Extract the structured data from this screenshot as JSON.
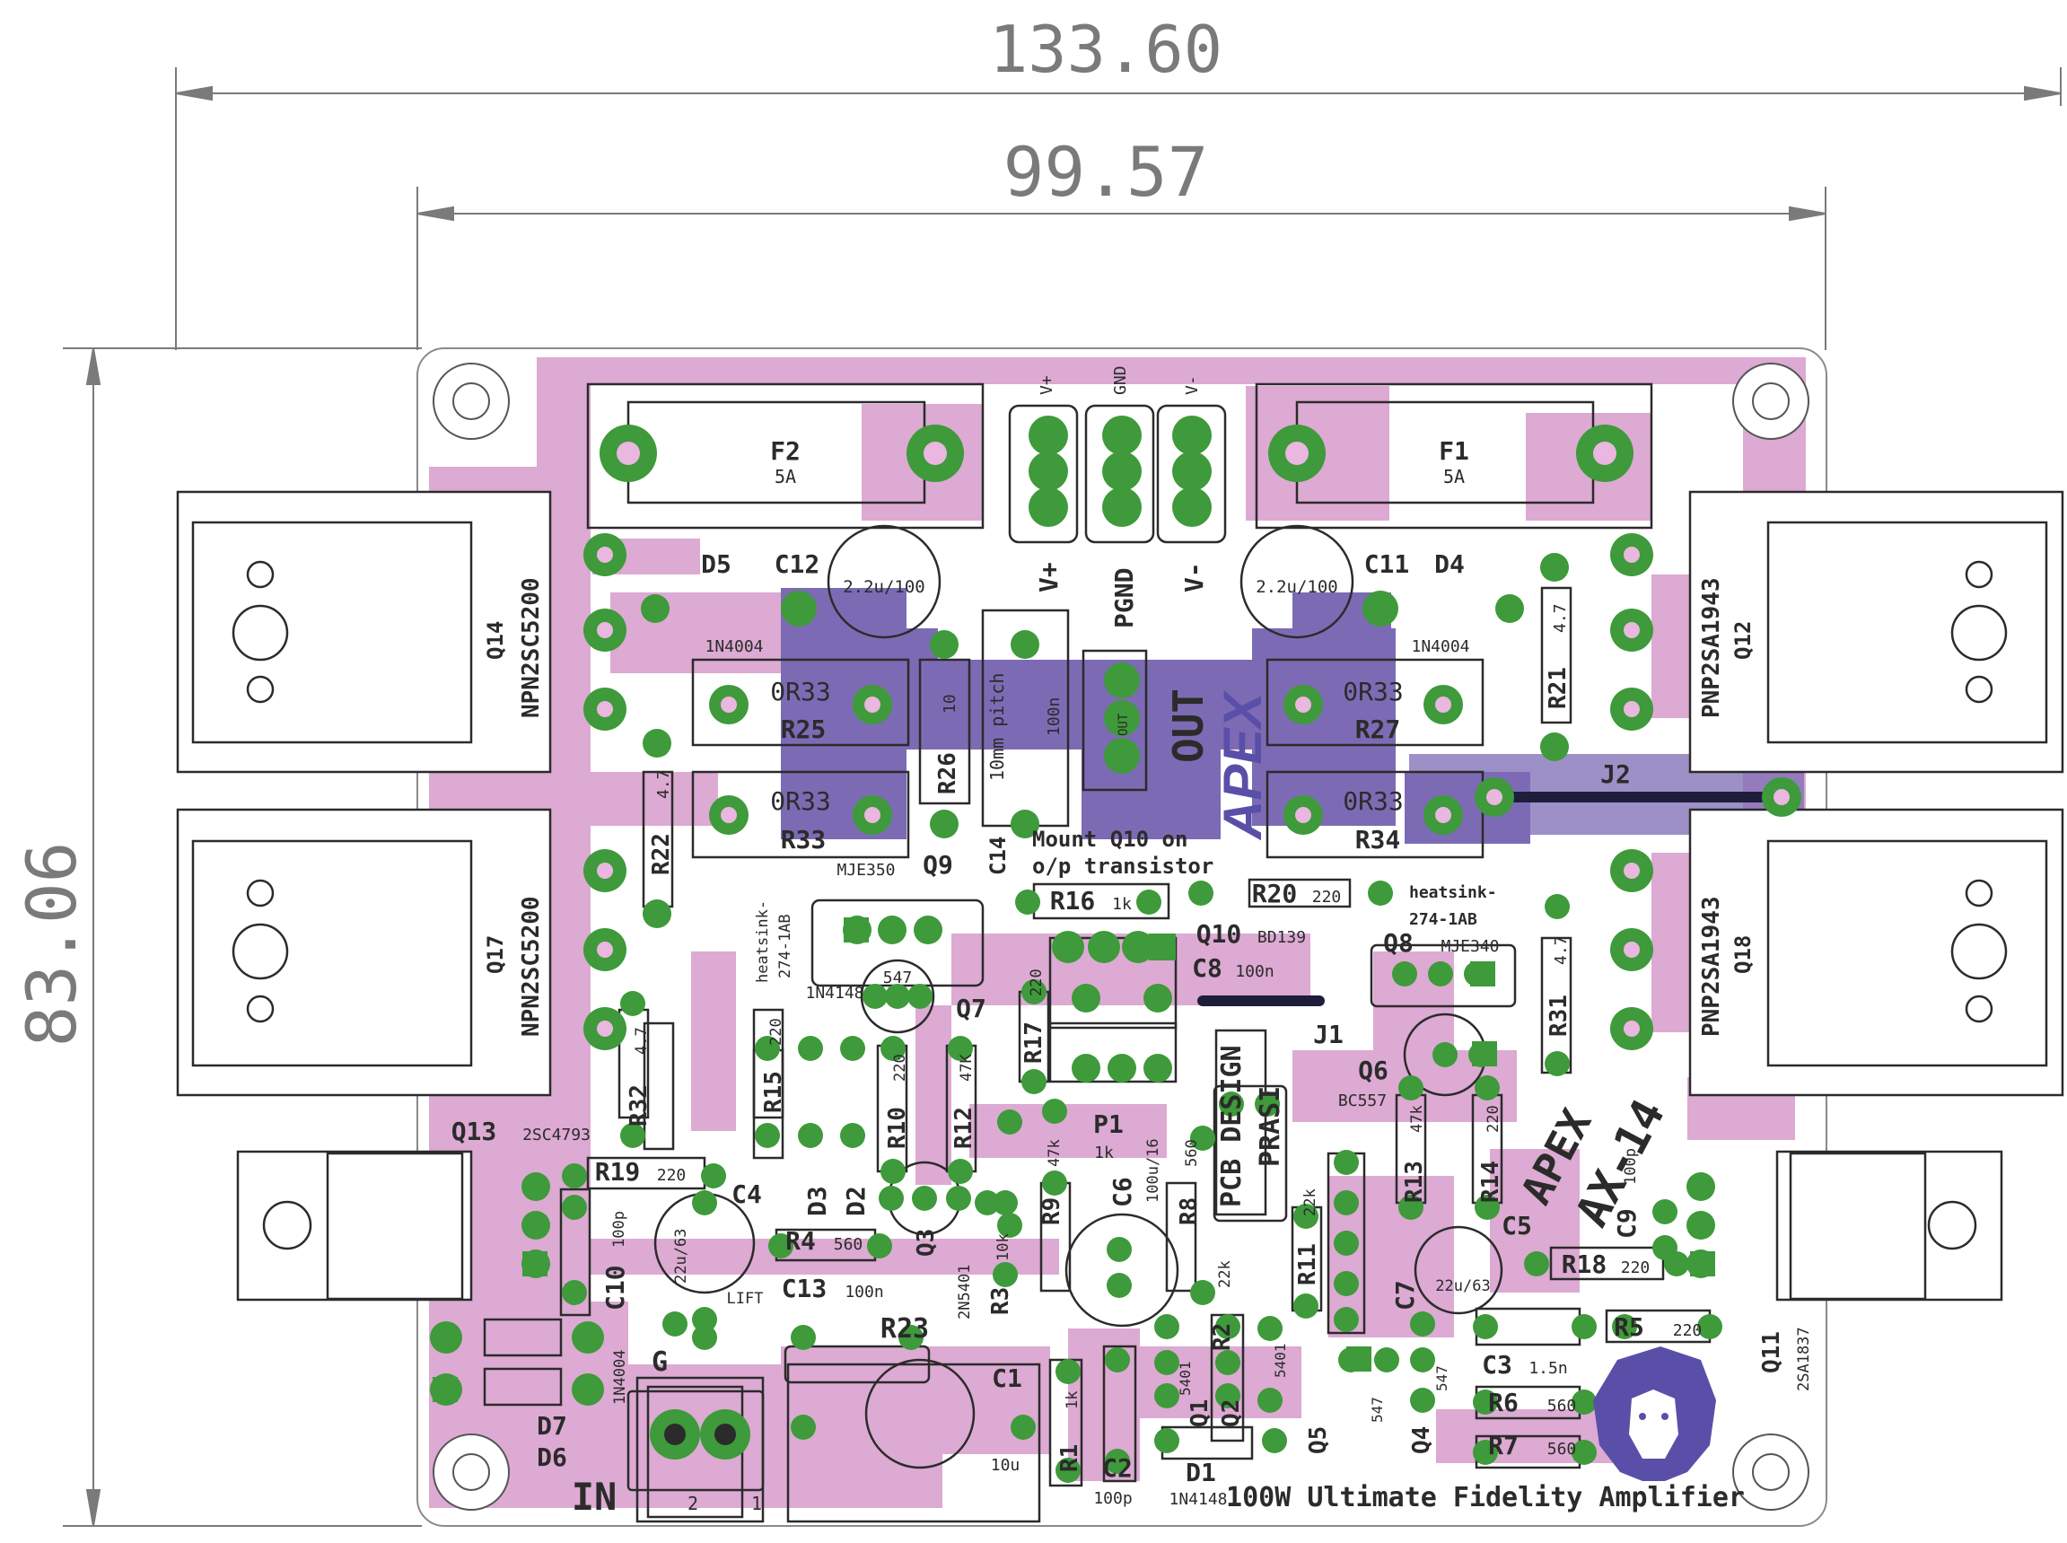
{
  "dimensions": {
    "top_outer": "133.60",
    "top_inner": "99.57",
    "left_height": "83.06"
  },
  "components": {
    "F2": "F2",
    "F2_value": "5A",
    "F1": "F1",
    "F1_value": "5A",
    "vplus_top": "V+",
    "gnd_top": "GND",
    "vminus_top": "V-",
    "vplus": "V+",
    "pgnd": "PGND",
    "vminus": "V-",
    "D5": "D5",
    "D5_value": "1N4004",
    "C12": "C12",
    "C12_value": "2.2u/100",
    "C11": "C11",
    "C11_value": "2.2u/100",
    "D4": "D4",
    "D4_value": "1N4004",
    "Q14": "Q14",
    "Q14_value": "NPN2SC5200",
    "Q17": "Q17",
    "Q17_value": "NPN2SC5200",
    "Q12": "Q12",
    "Q12_value": "PNP2SA1943",
    "Q18": "Q18",
    "Q18_value": "PNP2SA1943",
    "R25": "R25",
    "R25_value": "0R33",
    "R33": "R33",
    "R33_value": "0R33",
    "R27": "R27",
    "R27_value": "0R33",
    "R34": "R34",
    "R34_value": "0R33",
    "R26": "R26",
    "R26_value": "10",
    "C14": "C14",
    "C14_note": "10mm pitch",
    "C14_value": "100n",
    "out": "OUT",
    "out_pad": "OUT",
    "apex_logo": "APEX",
    "R21": "R21",
    "R21_value": "4.7",
    "R22": "R22",
    "R22_value": "4.7",
    "J2": "J2",
    "J1": "J1",
    "mount_note_1": "Mount Q10 on",
    "mount_note_2": "o/p transistor",
    "Q9": "Q9",
    "Q9_value": "MJE350",
    "Q9_heatsink": "heatsink-",
    "Q9_heatsink2": "274-1AB",
    "R16": "R16",
    "R16_value": "1k",
    "R20": "R20",
    "R20_value": "220",
    "Q8_heatsink": "heatsink-",
    "Q8_heatsink2": "274-1AB",
    "Q10": "Q10",
    "Q10_value": "BD139",
    "C8": "C8",
    "C8_value": "100n",
    "Q8": "Q8",
    "Q8_value": "MJE340",
    "R31": "R31",
    "R31_value": "4.7",
    "Q7": "Q7",
    "Q7_value": "547",
    "D3_value": "1N4148",
    "R17": "R17",
    "R17_value": "220",
    "R15": "R15",
    "R15_value": "220",
    "R10": "R10",
    "R10_value": "220",
    "R12": "R12",
    "R12_value": "47K",
    "P1": "P1",
    "P1_value": "1k",
    "pcb_design": "PCB DESIGN",
    "prasi": "PRASI",
    "Q6": "Q6",
    "Q6_value": "BC557",
    "R13": "R13",
    "R13_value": "47k",
    "R14": "R14",
    "R14_value": "220",
    "apex_title": "APEX",
    "ax14": "AX-14",
    "R32": "R32",
    "R32_value": "4.7",
    "Q13": "Q13",
    "Q13_value": "2SC4793",
    "R19": "R19",
    "R19_value": "220",
    "C4": "C4",
    "C4_value": "22u/63",
    "D3": "D3",
    "D2": "D2",
    "R9": "R9",
    "R9_value": "47k",
    "C6": "C6",
    "C6_value": "100u/16",
    "R8": "R8",
    "R8_value": "560",
    "R11": "R11",
    "R11_value": "22k",
    "C9": "C9",
    "C9_value": "100p",
    "C5": "C5",
    "C5_value": "22u/63",
    "C10": "C10",
    "C10_value": "100p",
    "R4": "R4",
    "R4_value": "560",
    "Q3": "Q3",
    "Q3_value": "2N5401",
    "R3": "R3",
    "R3_value": "10k",
    "R2": "R2",
    "R2_value": "22k",
    "C7": "C7",
    "R18": "R18",
    "R18_value": "220",
    "lift": "LIFT",
    "C13": "C13",
    "C13_value": "100n",
    "R23": "R23",
    "R5": "R5",
    "R5_value": "220",
    "Q11": "Q11",
    "Q11_value": "2SA1837",
    "D7": "D7",
    "D6": "D6",
    "D6_value": "1N4004",
    "G": "G",
    "C1": "C1",
    "C1_value": "10u",
    "Q1_value": "5401",
    "Q2_value": "5401",
    "Q1": "Q1",
    "Q2": "Q2",
    "Q5": "Q5",
    "Q5_value": "547",
    "Q4": "Q4",
    "Q4_value": "547",
    "C3": "C3",
    "C3_value": "1.5n",
    "R6": "R6",
    "R6_value": "560",
    "R7": "R7",
    "R7_value": "560",
    "R1": "R1",
    "R1_value": "1k",
    "C2": "C2",
    "C2_value": "100p",
    "D1": "D1",
    "D1_value": "1N4148",
    "in": "IN",
    "in_pin2": "2",
    "in_pin1": "1",
    "footer": "100W Ultimate Fidelity Amplifier"
  },
  "colors": {
    "copper": "#dcaad2",
    "copper_back": "#7c6bb4",
    "pad": "#3e9a3a",
    "silkscreen": "#2b2b2b",
    "dimension": "#7a7a7a",
    "logo": "#5a4fa8"
  }
}
